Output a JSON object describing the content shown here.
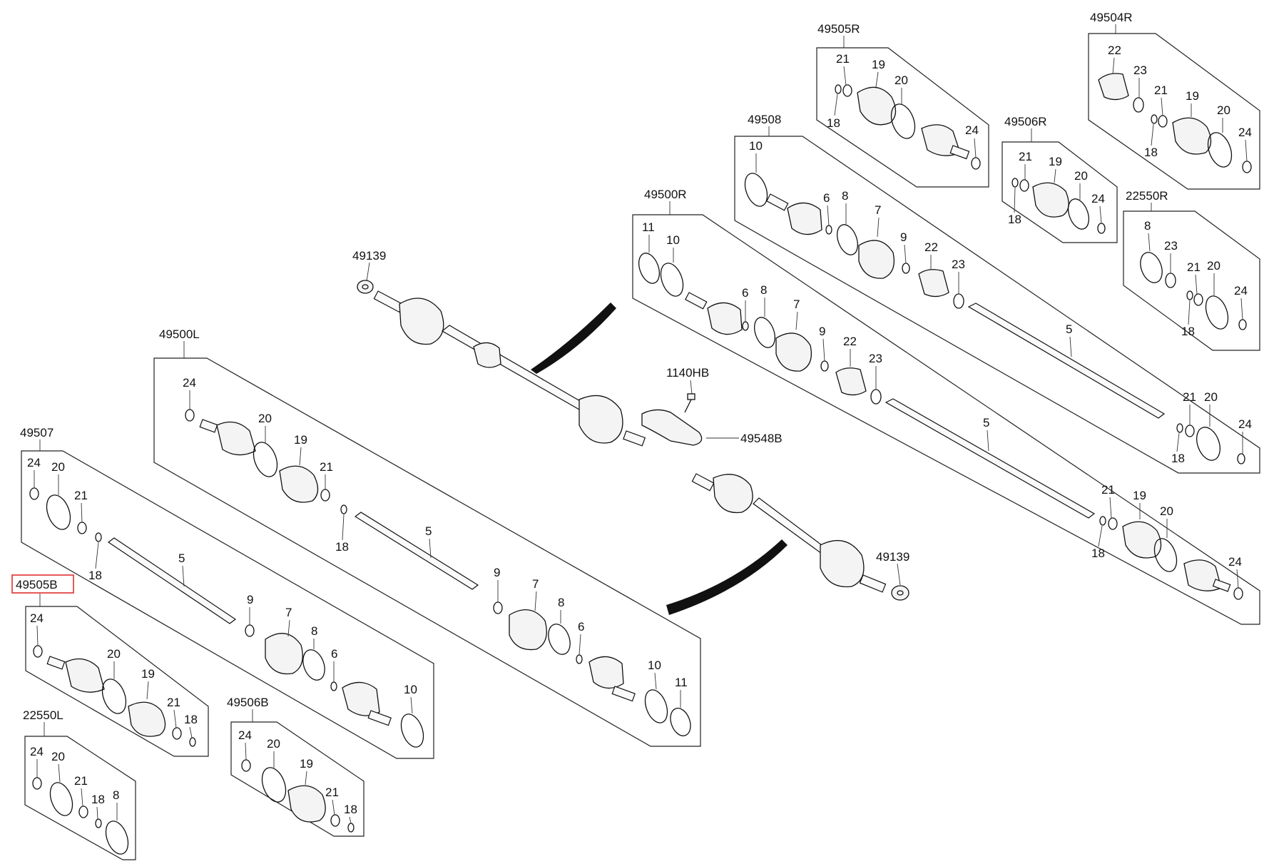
{
  "diagram": {
    "groups": [
      {
        "id": "g49505R",
        "code": "49505R"
      },
      {
        "id": "g49504R",
        "code": "49504R"
      },
      {
        "id": "g49508",
        "code": "49508"
      },
      {
        "id": "g49506R",
        "code": "49506R"
      },
      {
        "id": "g22550R",
        "code": "22550R"
      },
      {
        "id": "g49500R",
        "code": "49500R"
      },
      {
        "id": "g49500L",
        "code": "49500L"
      },
      {
        "id": "g49507",
        "code": "49507"
      },
      {
        "id": "g49505B",
        "code": "49505B",
        "highlighted": true
      },
      {
        "id": "g22550L",
        "code": "22550L"
      },
      {
        "id": "g49506B",
        "code": "49506B"
      }
    ],
    "callouts": [
      {
        "code": "49139"
      },
      {
        "code": "1140HB"
      },
      {
        "code": "49548B"
      },
      {
        "code": "49139"
      }
    ],
    "highlight_color": "#e03030",
    "labels": {
      "n5": "5",
      "n6": "6",
      "n7": "7",
      "n8": "8",
      "n9": "9",
      "n10": "10",
      "n11": "11",
      "n18": "18",
      "n19": "19",
      "n20": "20",
      "n21": "21",
      "n22": "22",
      "n23": "23",
      "n24": "24"
    }
  }
}
